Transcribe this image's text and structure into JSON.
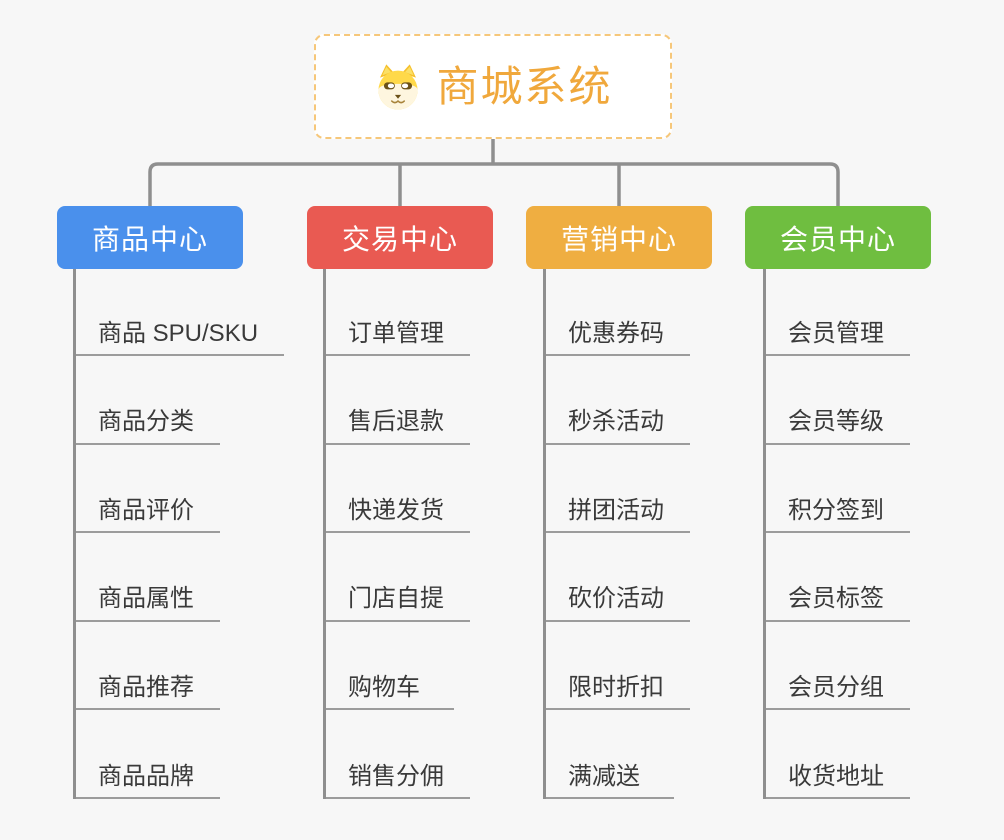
{
  "root": {
    "title": "商城系统",
    "icon": "dog-face-icon"
  },
  "branches": [
    {
      "label": "商品中心",
      "color": "#4A90EC",
      "children": [
        "商品 SPU/SKU",
        "商品分类",
        "商品评价",
        "商品属性",
        "商品推荐",
        "商品品牌"
      ]
    },
    {
      "label": "交易中心",
      "color": "#E95A52",
      "children": [
        "订单管理",
        "售后退款",
        "快递发货",
        "门店自提",
        "购物车",
        "销售分佣"
      ]
    },
    {
      "label": "营销中心",
      "color": "#EFAE41",
      "children": [
        "优惠券码",
        "秒杀活动",
        "拼团活动",
        "砍价活动",
        "限时折扣",
        "满减送"
      ]
    },
    {
      "label": "会员中心",
      "color": "#6FBE40",
      "children": [
        "会员管理",
        "会员等级",
        "积分签到",
        "会员标签",
        "会员分组",
        "收货地址"
      ]
    }
  ],
  "colors": {
    "background": "#F7F7F7",
    "root_text": "#F0A83C",
    "root_border": "#F6C77A",
    "connector": "#8F8F8F",
    "underline": "#9C9C9C",
    "item_text": "#3A3A3A",
    "node_text": "#FFFFFF"
  }
}
